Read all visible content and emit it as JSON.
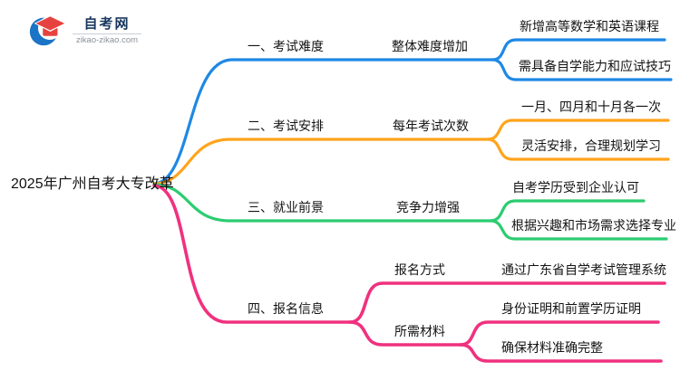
{
  "logo": {
    "title": "自考网",
    "domain": "zikao-zikao.com",
    "icon_blue": "#1B74C5",
    "icon_red": "#E64340"
  },
  "root": {
    "label": "2025年广州自考大专改革"
  },
  "branches": [
    {
      "color": "#1E88E5",
      "label": "一、考试难度",
      "sub": "整体难度增加",
      "leaves": [
        "新增高等数学和英语课程",
        "需具备自学能力和应试技巧"
      ]
    },
    {
      "color": "#FFA41C",
      "label": "二、考试安排",
      "sub": "每年考试次数",
      "leaves": [
        "一月、四月和十月各一次",
        "灵活安排，合理规划学习"
      ]
    },
    {
      "color": "#2BCC70",
      "label": "三、就业前景",
      "sub": "竞争力增强",
      "leaves": [
        "自考学历受到企业认可",
        "根据兴趣和市场需求选择专业"
      ]
    },
    {
      "color": "#F0317F",
      "label": "四、报名信息",
      "children": [
        {
          "label": "报名方式",
          "leaves": [
            "通过广东省自学考试管理系统"
          ]
        },
        {
          "label": "所需材料",
          "leaves": [
            "身份证明和前置学历证明",
            "确保材料准确完整"
          ]
        }
      ]
    }
  ]
}
